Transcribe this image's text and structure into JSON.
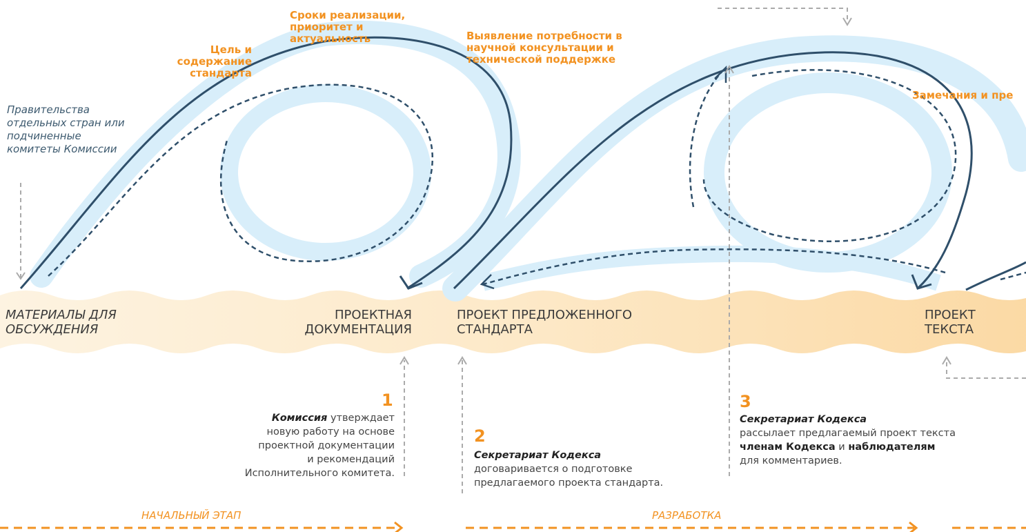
{
  "sources": {
    "governments": "Правительства отдельных стран или подчиненные комитеты Комиссии"
  },
  "loop1_labels": {
    "goal": "Цель и содержание стандарта",
    "timing": "Сроки реализации, приоритет и актуальность",
    "needs": "Выявление потребности в научной консультации и технической поддержке"
  },
  "loop2_labels": {
    "comments": "Замечания и пре"
  },
  "band": {
    "stage1": "МАТЕРИАЛЫ ДЛЯ ОБСУЖДЕНИЯ",
    "stage2": "ПРОЕКТНАЯ ДОКУМЕНТАЦИЯ",
    "stage3": "ПРОЕКТ ПРЕДЛОЖЕННОГО СТАНДАРТА",
    "stage4": "ПРОЕКТ ТЕКСТА"
  },
  "steps": [
    {
      "number": "1",
      "actor": "Комиссия",
      "text_a": " утверждает",
      "text_b": "новую работу на основе",
      "text_c": "проектной документации",
      "text_d": "и рекомендаций Исполнительного комитета."
    },
    {
      "number": "2",
      "actor": "Секретариат Кодекса",
      "text_a": "договаривается о подготовке",
      "text_b": "предлагаемого проекта стандарта."
    },
    {
      "number": "3",
      "actor": "Секретариат Кодекса",
      "text_a": "рассылает предлагаемый проект текста",
      "bold_a": "членам Кодекса",
      "conj": " и ",
      "bold_b": "наблюдателям",
      "text_b": "для комментариев."
    }
  ],
  "phases": {
    "initial": "НАЧАЛЬНЫЙ ЭТАП",
    "development": "РАЗРАБОТКА"
  },
  "colors": {
    "orange": "#f29221",
    "navy": "#2f4f6a",
    "light_blue": "#daf0fb",
    "band": "#fde6c0"
  }
}
